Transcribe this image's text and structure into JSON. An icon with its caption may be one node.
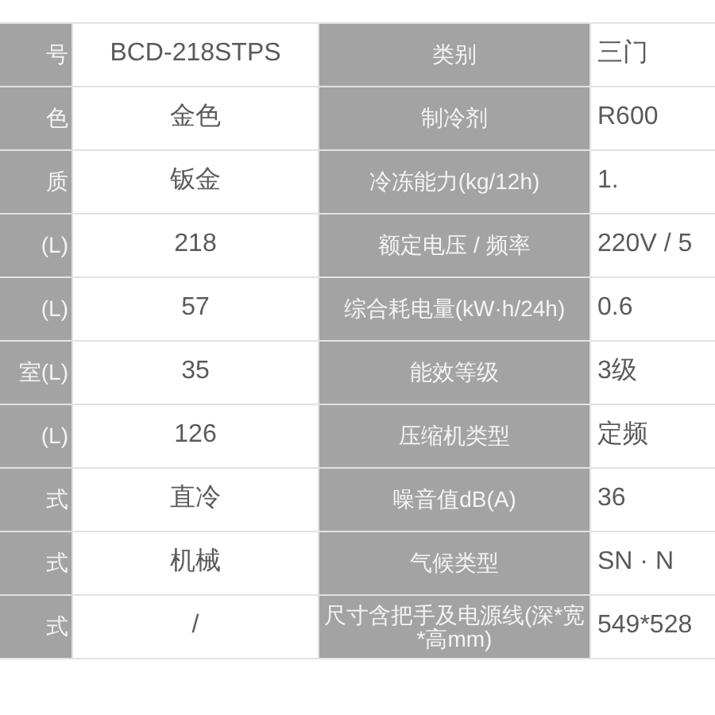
{
  "diagram": {
    "labels": [
      "号",
      "BCD-218STPS",
      "类别",
      "三门",
      "色",
      "金色",
      "制冷剂",
      "R600",
      "质",
      "钣金",
      "冷冻能力(kg/12h)",
      "1.",
      "(L)",
      "218",
      "额定电压 / 频率",
      "220V / 5",
      "(L)",
      "57",
      "综合耗电量(kW·h/24h)",
      "0.6",
      "室(L)",
      "35",
      "能效等级",
      "3级",
      "(L)",
      "126",
      "压缩机类型",
      "定频",
      "式",
      "直冷",
      "噪音值dB(A)",
      "36",
      "式",
      "机械",
      "气候类型",
      "SN · N",
      "式",
      "/",
      "尺寸含把手及电源线(深*宽*高mm)",
      "549*528"
    ]
  }
}
